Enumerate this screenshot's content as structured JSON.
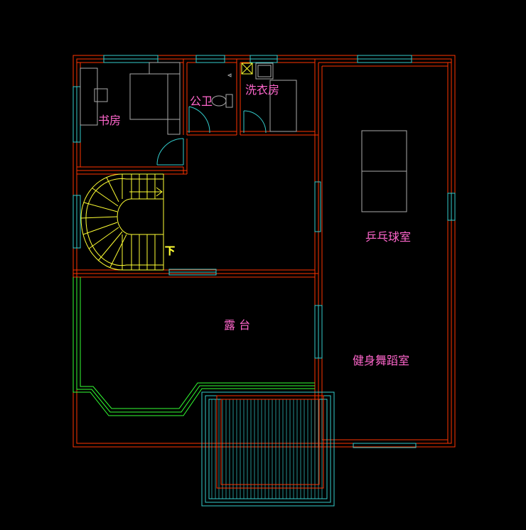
{
  "drawing": {
    "colors": {
      "background": "#000000",
      "wall": "#ff3300",
      "window": "#33cccc",
      "door": "#33cccc",
      "furniture": "#aaaaaa",
      "stair": "#ffff33",
      "balcony_wall": "#33ff33",
      "label": "#ff66cc",
      "deck": "#33cccc"
    },
    "rooms": {
      "study": "书房",
      "public_bathroom": "公卫",
      "laundry": "洗衣房",
      "pingpong": "乒乓球室",
      "terrace": "露 台",
      "gym_dance": "健身舞蹈室"
    },
    "stair_label": "下",
    "icons": [
      "toilet-icon",
      "washbasin-icon",
      "bed-icon",
      "desk-icon",
      "pingpong-table-icon"
    ]
  }
}
